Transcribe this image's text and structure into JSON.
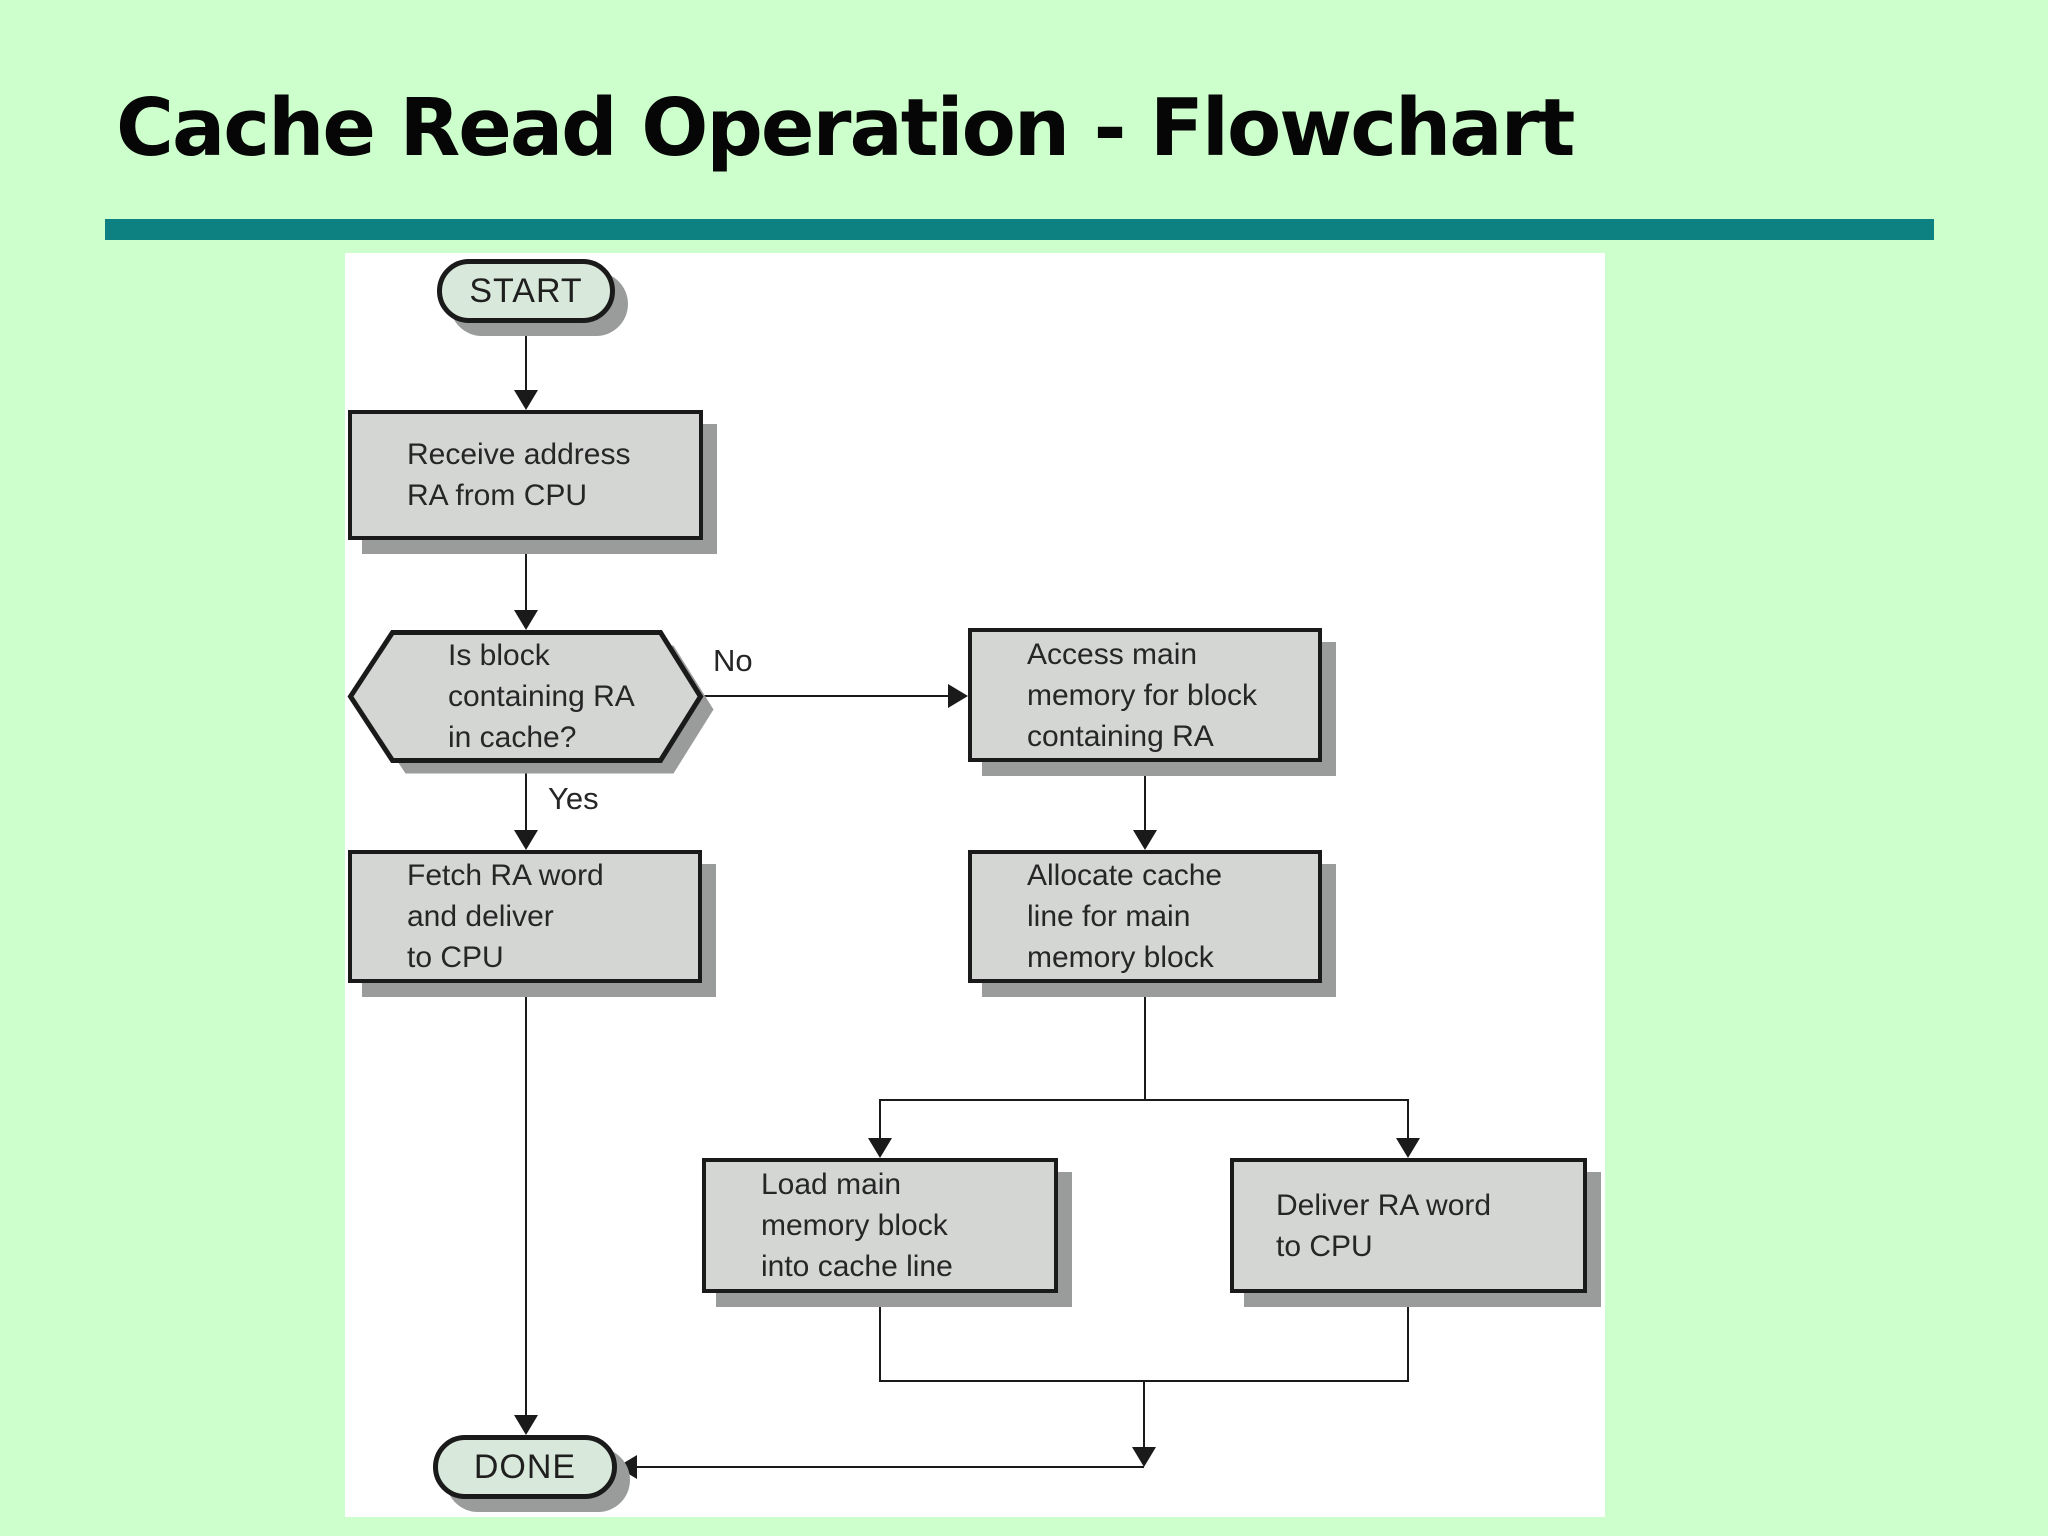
{
  "slide": {
    "title": "Cache Read Operation - Flowchart",
    "colors": {
      "background": "#ccffcc",
      "rule": "#0d8181",
      "panel": "#ffffff",
      "process_fill": "#d4d6d4",
      "terminal_fill": "#d8e8da",
      "shadow": "#9a9c9b",
      "line": "#1a1a1a"
    }
  },
  "flowchart": {
    "nodes": {
      "start": "START",
      "receive": "Receive address\nRA from CPU",
      "decision": "Is block\ncontaining RA\nin cache?",
      "access": "Access main\nmemory for block\ncontaining RA",
      "fetch": "Fetch RA word\nand deliver\nto CPU",
      "allocate": "Allocate cache\nline for main\nmemory block",
      "load": "Load main\nmemory block\ninto cache line",
      "deliver": "Deliver RA word\nto CPU",
      "done": "DONE"
    },
    "edge_labels": {
      "yes": "Yes",
      "no": "No"
    },
    "edges": [
      {
        "from": "start",
        "to": "receive"
      },
      {
        "from": "receive",
        "to": "decision"
      },
      {
        "from": "decision",
        "to": "access",
        "label": "No"
      },
      {
        "from": "decision",
        "to": "fetch",
        "label": "Yes"
      },
      {
        "from": "access",
        "to": "allocate"
      },
      {
        "from": "allocate",
        "to": "load"
      },
      {
        "from": "allocate",
        "to": "deliver"
      },
      {
        "from": "load",
        "to": "done"
      },
      {
        "from": "deliver",
        "to": "done"
      },
      {
        "from": "fetch",
        "to": "done"
      }
    ]
  }
}
